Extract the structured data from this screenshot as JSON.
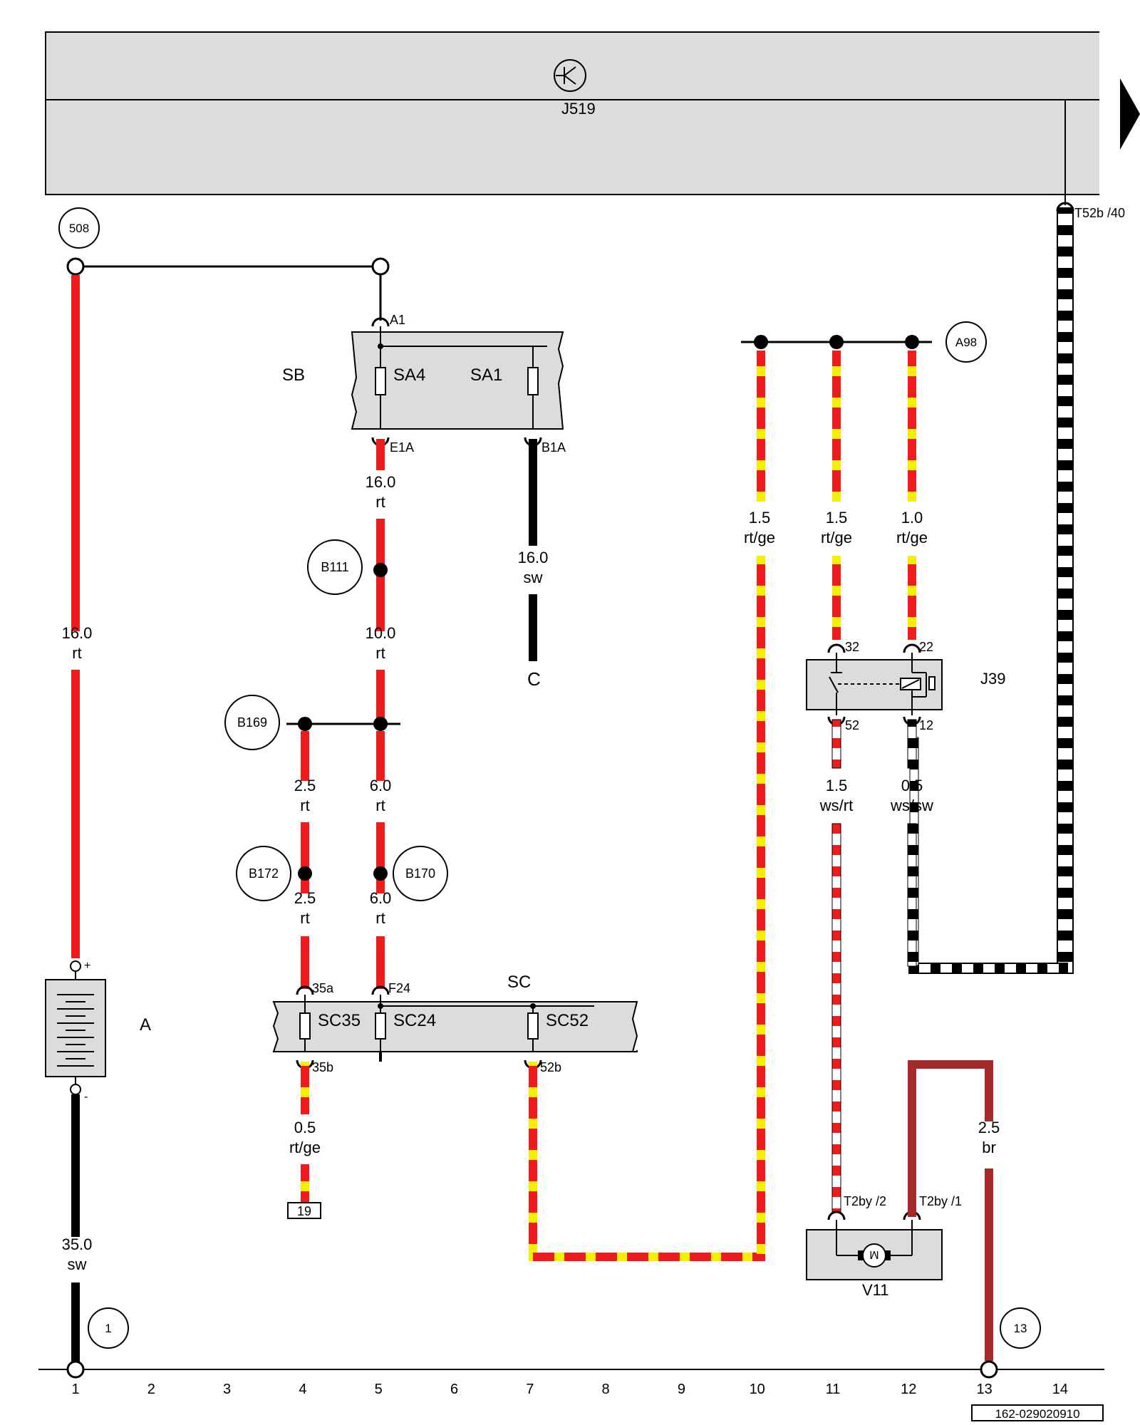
{
  "components": {
    "control_unit": {
      "name": "J519"
    },
    "battery": {
      "name": "A"
    },
    "fuse_box_b": {
      "name": "SB"
    },
    "fuse_box_c": {
      "name": "SC"
    },
    "relay": {
      "name": "J39"
    },
    "motor": {
      "name": "V11"
    }
  },
  "fuses": {
    "sa4": "SA4",
    "sa1": "SA1",
    "sc35": "SC35",
    "sc24": "SC24",
    "sc52": "SC52"
  },
  "pins": {
    "t52b_40": "T52b /40",
    "a1": "A1",
    "e1a": "E1A",
    "b1a": "B1A",
    "p35a": "35a",
    "f24": "F24",
    "p35b": "35b",
    "p52b": "52b",
    "r32": "32",
    "r22": "22",
    "r52": "52",
    "r12": "12",
    "t2by_2": "T2by /2",
    "t2by_1": "T2by /1",
    "batt_plus": "+",
    "batt_minus": "-"
  },
  "wires": {
    "w_batt_pos": {
      "size": "16.0",
      "color": "rt"
    },
    "w_batt_neg": {
      "size": "35.0",
      "color": "sw"
    },
    "w_sb_out": {
      "size": "16.0",
      "color": "rt"
    },
    "w_b111": {
      "size": "10.0",
      "color": "rt"
    },
    "w_b1a": {
      "size": "16.0",
      "color": "sw"
    },
    "w_b169_left": {
      "size": "2.5",
      "color": "rt"
    },
    "w_b169_right": {
      "size": "6.0",
      "color": "rt"
    },
    "w_b172": {
      "size": "2.5",
      "color": "rt"
    },
    "w_b170": {
      "size": "6.0",
      "color": "rt"
    },
    "w_sc35_out": {
      "size": "0.5",
      "color": "rt/ge"
    },
    "w_col10": {
      "size": "1.5",
      "color": "rt/ge"
    },
    "w_col11": {
      "size": "1.5",
      "color": "rt/ge"
    },
    "w_col12": {
      "size": "1.0",
      "color": "rt/ge"
    },
    "w_relay52": {
      "size": "1.5",
      "color": "ws/rt"
    },
    "w_relay12": {
      "size": "0.5",
      "color": "ws/sw"
    },
    "w_motor_br": {
      "size": "2.5",
      "color": "br"
    }
  },
  "connection_points": {
    "c508": "508",
    "a98": "A98",
    "b111": "B111",
    "b169": "B169",
    "b172": "B172",
    "b170": "B170",
    "g1": "1",
    "g13": "13"
  },
  "references": {
    "page_ref_c": "C",
    "box_19": "19"
  },
  "track_numbers": [
    "1",
    "2",
    "3",
    "4",
    "5",
    "6",
    "7",
    "8",
    "9",
    "10",
    "11",
    "12",
    "13",
    "14"
  ],
  "doc_code": "162-029020910",
  "colors": {
    "rt": "#ee1c1c",
    "ge": "#f4f000",
    "sw": "#000000",
    "ws": "#ffffff",
    "br": "#a52a2a",
    "housing": "#dcdcdc"
  }
}
